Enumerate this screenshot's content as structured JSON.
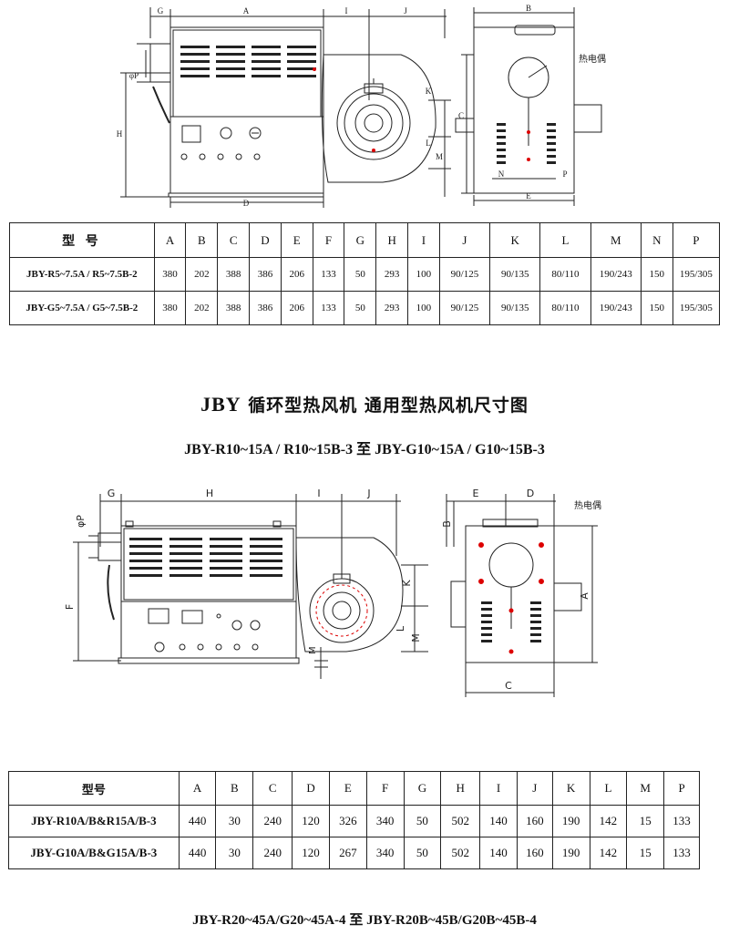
{
  "diagram1": {
    "dims": [
      "G",
      "A",
      "I",
      "J",
      "B",
      "H",
      "φP",
      "K",
      "L",
      "M",
      "C",
      "N",
      "P",
      "D",
      "E"
    ],
    "callout": "热电偶"
  },
  "table1": {
    "headers": [
      "型 号",
      "A",
      "B",
      "C",
      "D",
      "E",
      "F",
      "G",
      "H",
      "I",
      "J",
      "K",
      "L",
      "M",
      "N",
      "P"
    ],
    "rows": [
      [
        "JBY-R5~7.5A / R5~7.5B-2",
        "380",
        "202",
        "388",
        "386",
        "206",
        "133",
        "50",
        "293",
        "100",
        "90/125",
        "90/135",
        "80/110",
        "190/243",
        "150",
        "195/305"
      ],
      [
        "JBY-G5~7.5A / G5~7.5B-2",
        "380",
        "202",
        "388",
        "386",
        "206",
        "133",
        "50",
        "293",
        "100",
        "90/125",
        "90/135",
        "80/110",
        "190/243",
        "150",
        "195/305"
      ]
    ]
  },
  "title": {
    "latin": "JBY",
    "chinese": "循环型热风机 通用型热风机尺寸图"
  },
  "subtitle1": {
    "left": "JBY-R10~15A / R10~15B-3",
    "mid": "至",
    "right": "JBY-G10~15A / G10~15B-3"
  },
  "diagram2": {
    "dims": [
      "G",
      "H",
      "I",
      "J",
      "φP",
      "F",
      "K",
      "L",
      "M",
      "E",
      "D",
      "B",
      "A",
      "C"
    ],
    "callout": "热电偶"
  },
  "table2": {
    "headers": [
      "型号",
      "A",
      "B",
      "C",
      "D",
      "E",
      "F",
      "G",
      "H",
      "I",
      "J",
      "K",
      "L",
      "M",
      "P"
    ],
    "rows": [
      [
        "JBY-R10A/B&R15A/B-3",
        "440",
        "30",
        "240",
        "120",
        "326",
        "340",
        "50",
        "502",
        "140",
        "160",
        "190",
        "142",
        "15",
        "133"
      ],
      [
        "JBY-G10A/B&G15A/B-3",
        "440",
        "30",
        "240",
        "120",
        "267",
        "340",
        "50",
        "502",
        "140",
        "160",
        "190",
        "142",
        "15",
        "133"
      ]
    ]
  },
  "subtitle2": {
    "left": "JBY-R20~45A/G20~45A-4",
    "mid": "至",
    "right": "JBY-R20B~45B/G20B~45B-4"
  }
}
